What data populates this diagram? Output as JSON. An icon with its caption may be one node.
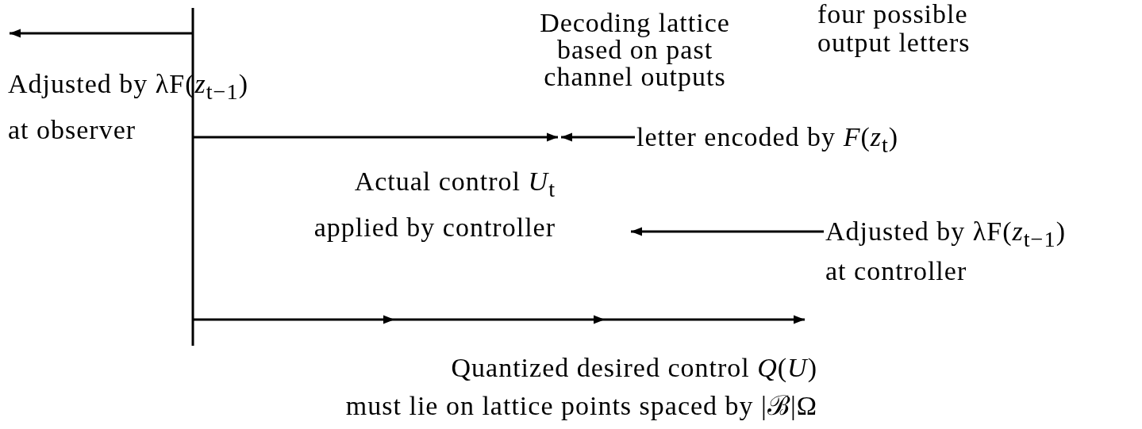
{
  "diagram": {
    "nodes": [
      {
        "text": [
          "letter encoded by *F*(*z*$_{t}$)"
        ]
      },
      {
        "text": [
          "Adjusted by λF(*z*$_{t−1}$) at controller"
        ]
      }
    ],
    "edges": [
      {
        "from": 0,
        "to": null,
        "arrow": "to"
      },
      {
        "from": 1,
        "to": null,
        "arrow": "to"
      }
    ],
    "labels": [
      "four possible output letters",
      "Decoding lattice based on past channel outputs",
      "Adjusted by λF(*z*$_{t−1}$) at observer",
      "Actual control *U*$_{t}$ applied by controller",
      "Quantized desired control *Q*(*U*)",
      "must lie on lattice points spaced by |ℬ|Ω"
    ]
  }
}
